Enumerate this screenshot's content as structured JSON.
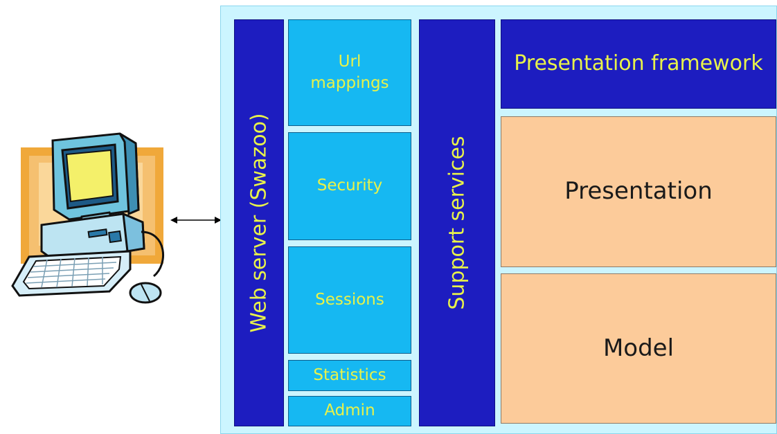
{
  "diagram": {
    "web_server": "Web server (Swazoo)",
    "components": {
      "url_mappings": "Url\nmappings",
      "security": "Security",
      "sessions": "Sessions",
      "statistics": "Statistics",
      "admin": "Admin"
    },
    "support_services": "Support services",
    "presentation_framework": "Presentation framework",
    "presentation": "Presentation",
    "model": "Model"
  },
  "colors": {
    "dark_block": "#1d1dc0",
    "cyan_block": "#16b8f2",
    "peach_block": "#fccb9a",
    "yellow_text": "#e8f24a",
    "frame_bg": "#ccf5ff"
  },
  "icons": {
    "client": "desktop-computer-icon",
    "link": "double-arrow-icon"
  }
}
